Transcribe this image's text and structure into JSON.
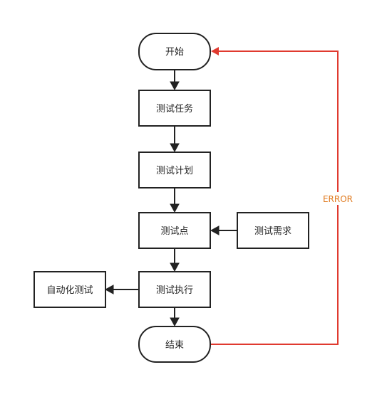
{
  "nodes": {
    "start": "开始",
    "test_task": "测试任务",
    "test_plan": "测试计划",
    "test_point": "测试点",
    "test_requirement": "测试需求",
    "test_execution": "测试执行",
    "automated_testing": "自动化测试",
    "end": "结束"
  },
  "edges": {
    "error_label": "ERROR"
  },
  "colors": {
    "stroke": "#222222",
    "error_line": "#e03a2f",
    "error_text": "#e07a1f"
  }
}
